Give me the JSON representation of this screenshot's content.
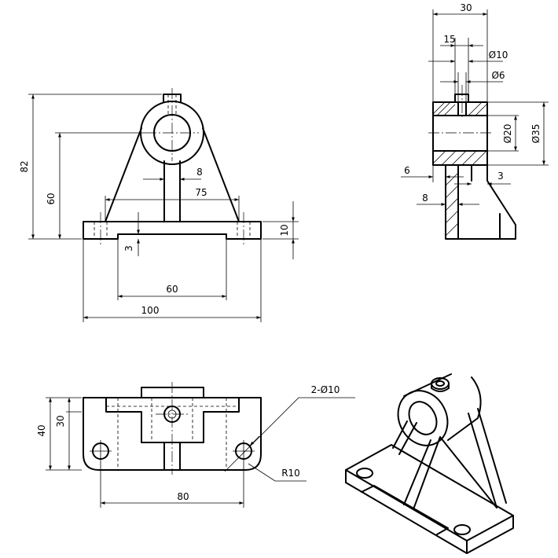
{
  "front_view": {
    "height_total": "82",
    "height_center": "60",
    "web_thickness": "8",
    "rib_span": "75",
    "base_thickness": "10",
    "recess_depth": "3",
    "recess_width": "60",
    "base_length": "100"
  },
  "side_view": {
    "width_total": "30",
    "boss_width": "15",
    "boss_bore": "Ø10",
    "hole_dia": "Ø6",
    "bore_dia": "Ø20",
    "outer_dia": "Ø35",
    "web_offset": "6",
    "web_thickness": "8",
    "rib_offset": "3"
  },
  "top_view": {
    "hole_callout": "2-Ø10",
    "fillet_radius": "R10",
    "depth_total": "40",
    "depth_inner": "30",
    "hole_spacing": "80"
  }
}
